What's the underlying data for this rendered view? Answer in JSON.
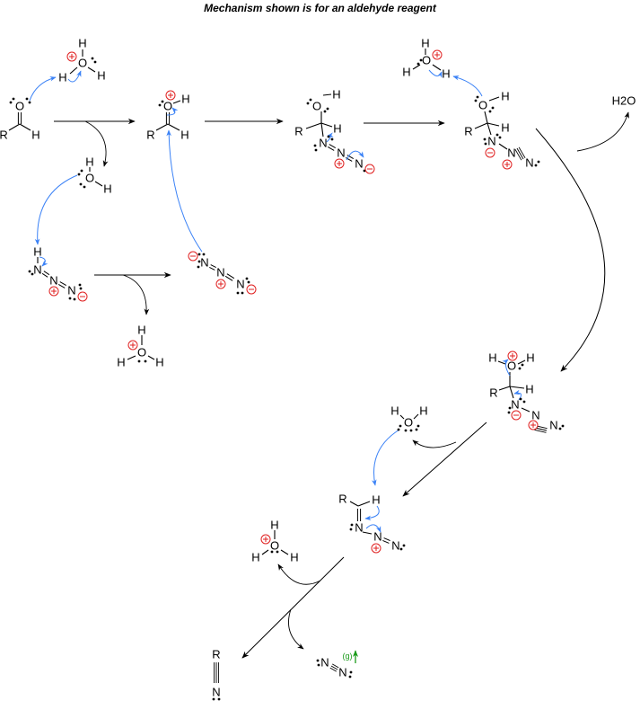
{
  "title": "Mechanism shown is for an aldehyde reagent",
  "labels": {
    "R": "R",
    "H": "H",
    "O": "O",
    "N": "N"
  },
  "byproduct_water": "H2O",
  "gas_label": "(g)",
  "colors": {
    "electron_arrow": "#3b82f6",
    "charge": "#e02020",
    "gas_arrow": "#1a9a1a",
    "reaction_arrow": "#000000"
  }
}
